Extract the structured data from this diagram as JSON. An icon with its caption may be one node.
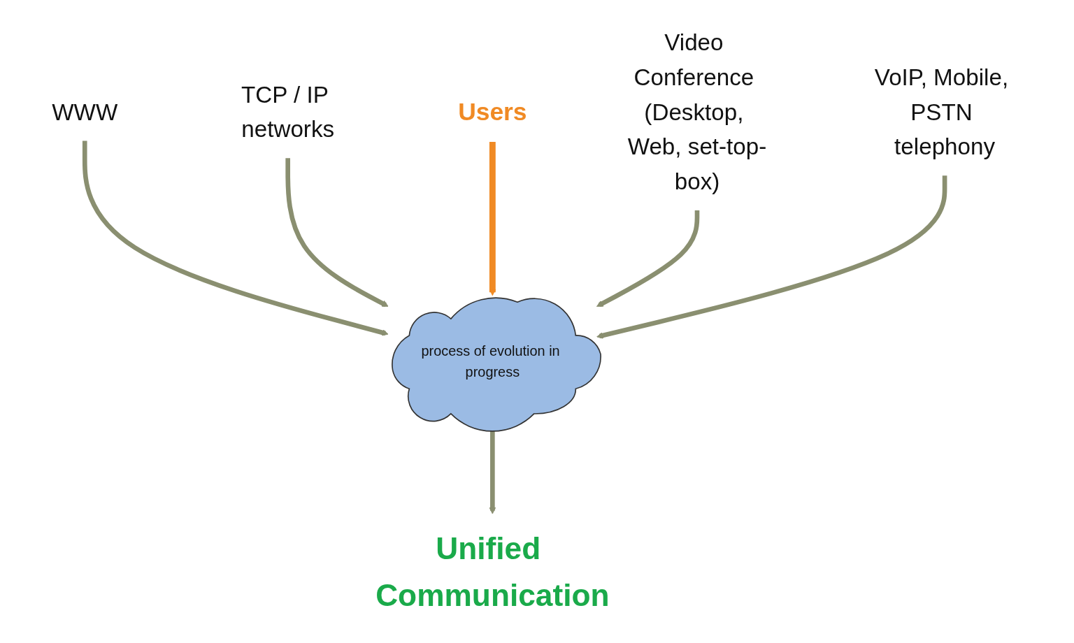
{
  "diagram": {
    "nodes": [
      {
        "text": [
          "WWW"
        ]
      },
      {
        "text": [
          "TCP / IP networks"
        ]
      },
      {
        "text": [
          "Users"
        ]
      },
      {
        "text": [
          "Video Conference (Desktop, Web, set-top-box)"
        ]
      },
      {
        "text": [
          "process of evolution in progress"
        ]
      },
      {
        "text": [
          "VoIP, Mobile, PSTN telephony"
        ]
      },
      {
        "text": [
          "Unified Communication"
        ]
      }
    ],
    "edges": [
      {
        "from": 0,
        "to": 4,
        "arrow": "to"
      },
      {
        "from": 1,
        "to": 4,
        "arrow": "to"
      },
      {
        "from": 2,
        "to": 4,
        "arrow": "to",
        "color": "#f08a24"
      },
      {
        "from": 3,
        "to": 4,
        "arrow": "to"
      },
      {
        "from": 5,
        "to": 4,
        "arrow": "to"
      },
      {
        "from": 4,
        "to": 6,
        "arrow": "to"
      }
    ]
  }
}
